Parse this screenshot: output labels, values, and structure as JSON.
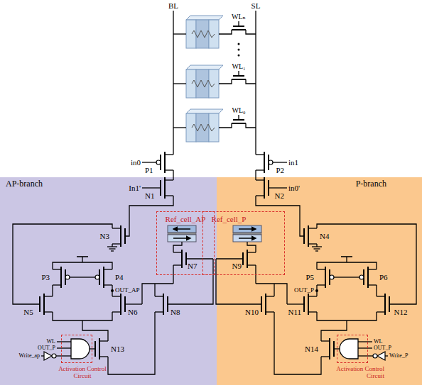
{
  "diagram": {
    "nodes": [
      {
        "text": [
          "AP-branch"
        ]
      },
      {
        "text": [
          "Ref_cell_AP"
        ],
        "in": 0
      },
      {
        "text": [
          "Activation Control Circuit"
        ],
        "in": 0
      },
      {
        "text": [
          "P-branch"
        ]
      },
      {
        "text": [
          "Ref_cell_P"
        ],
        "in": 3
      },
      {
        "text": [
          "Activation Control Circuit"
        ],
        "in": 3
      }
    ],
    "labels": [
      "BL",
      "SL",
      "WLₙ",
      "WL₁",
      "WL₀",
      "in0",
      "P1",
      "In1'",
      "N1",
      "N3",
      "P3",
      "P4",
      "OUT_AP",
      "N5",
      "N6",
      "N7",
      "N8",
      "N13",
      "WL",
      "OUT_P",
      "Write_ap",
      "in1",
      "P2",
      "in0'",
      "N2",
      "N4",
      "P5",
      "P6",
      "OUT_P",
      "N9",
      "N10",
      "N11",
      "N12",
      "N14",
      "WL",
      "OUT_P",
      "Write_P"
    ]
  }
}
